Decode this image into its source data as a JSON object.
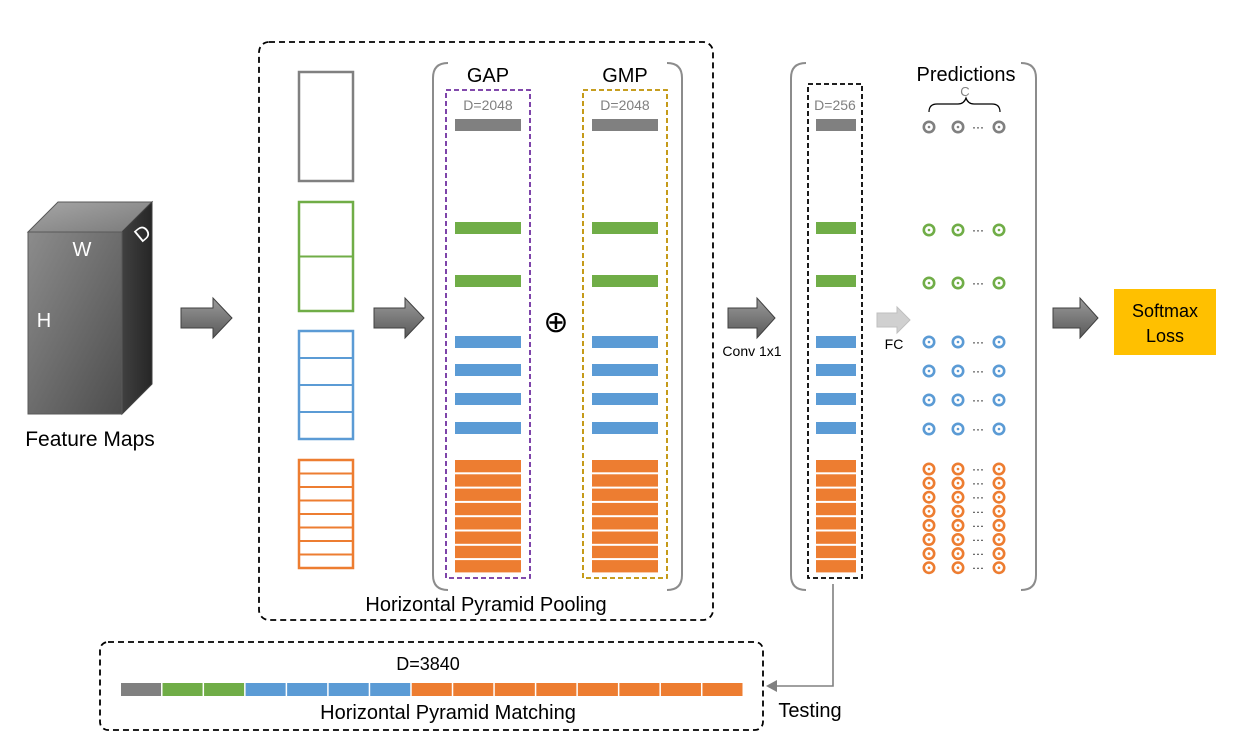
{
  "labels": {
    "cube_w": "W",
    "cube_h": "H",
    "cube_d": "D",
    "feature_maps": "Feature Maps",
    "gap": "GAP",
    "gmp": "GMP",
    "dim_gap": "D=2048",
    "dim_gmp": "D=2048",
    "dim_conv": "D=256",
    "concat_symbol": "⊕",
    "conv": "Conv 1x1",
    "fc": "FC",
    "predictions": "Predictions",
    "classes": "C",
    "ellipsis": "···",
    "softmax_line1": "Softmax",
    "softmax_line2": "Loss",
    "hpp": "Horizontal Pyramid Pooling",
    "hpm": "Horizontal Pyramid Matching",
    "hpm_dim": "D=3840",
    "testing": "Testing"
  },
  "pyramid_levels": [
    {
      "parts": 1,
      "color": "#808080"
    },
    {
      "parts": 2,
      "color": "#70ad47"
    },
    {
      "parts": 4,
      "color": "#5b9bd5"
    },
    {
      "parts": 8,
      "color": "#ed7d31"
    }
  ],
  "colors": {
    "gray": "#808080",
    "green": "#70ad47",
    "blue": "#5b9bd5",
    "orange": "#ed7d31",
    "softmax": "#ffc000",
    "gap_dash": "#7030a0",
    "gmp_dash": "#bf9000",
    "arrow": "#7f7f7f",
    "fc_arrow": "#bfbfbf"
  }
}
